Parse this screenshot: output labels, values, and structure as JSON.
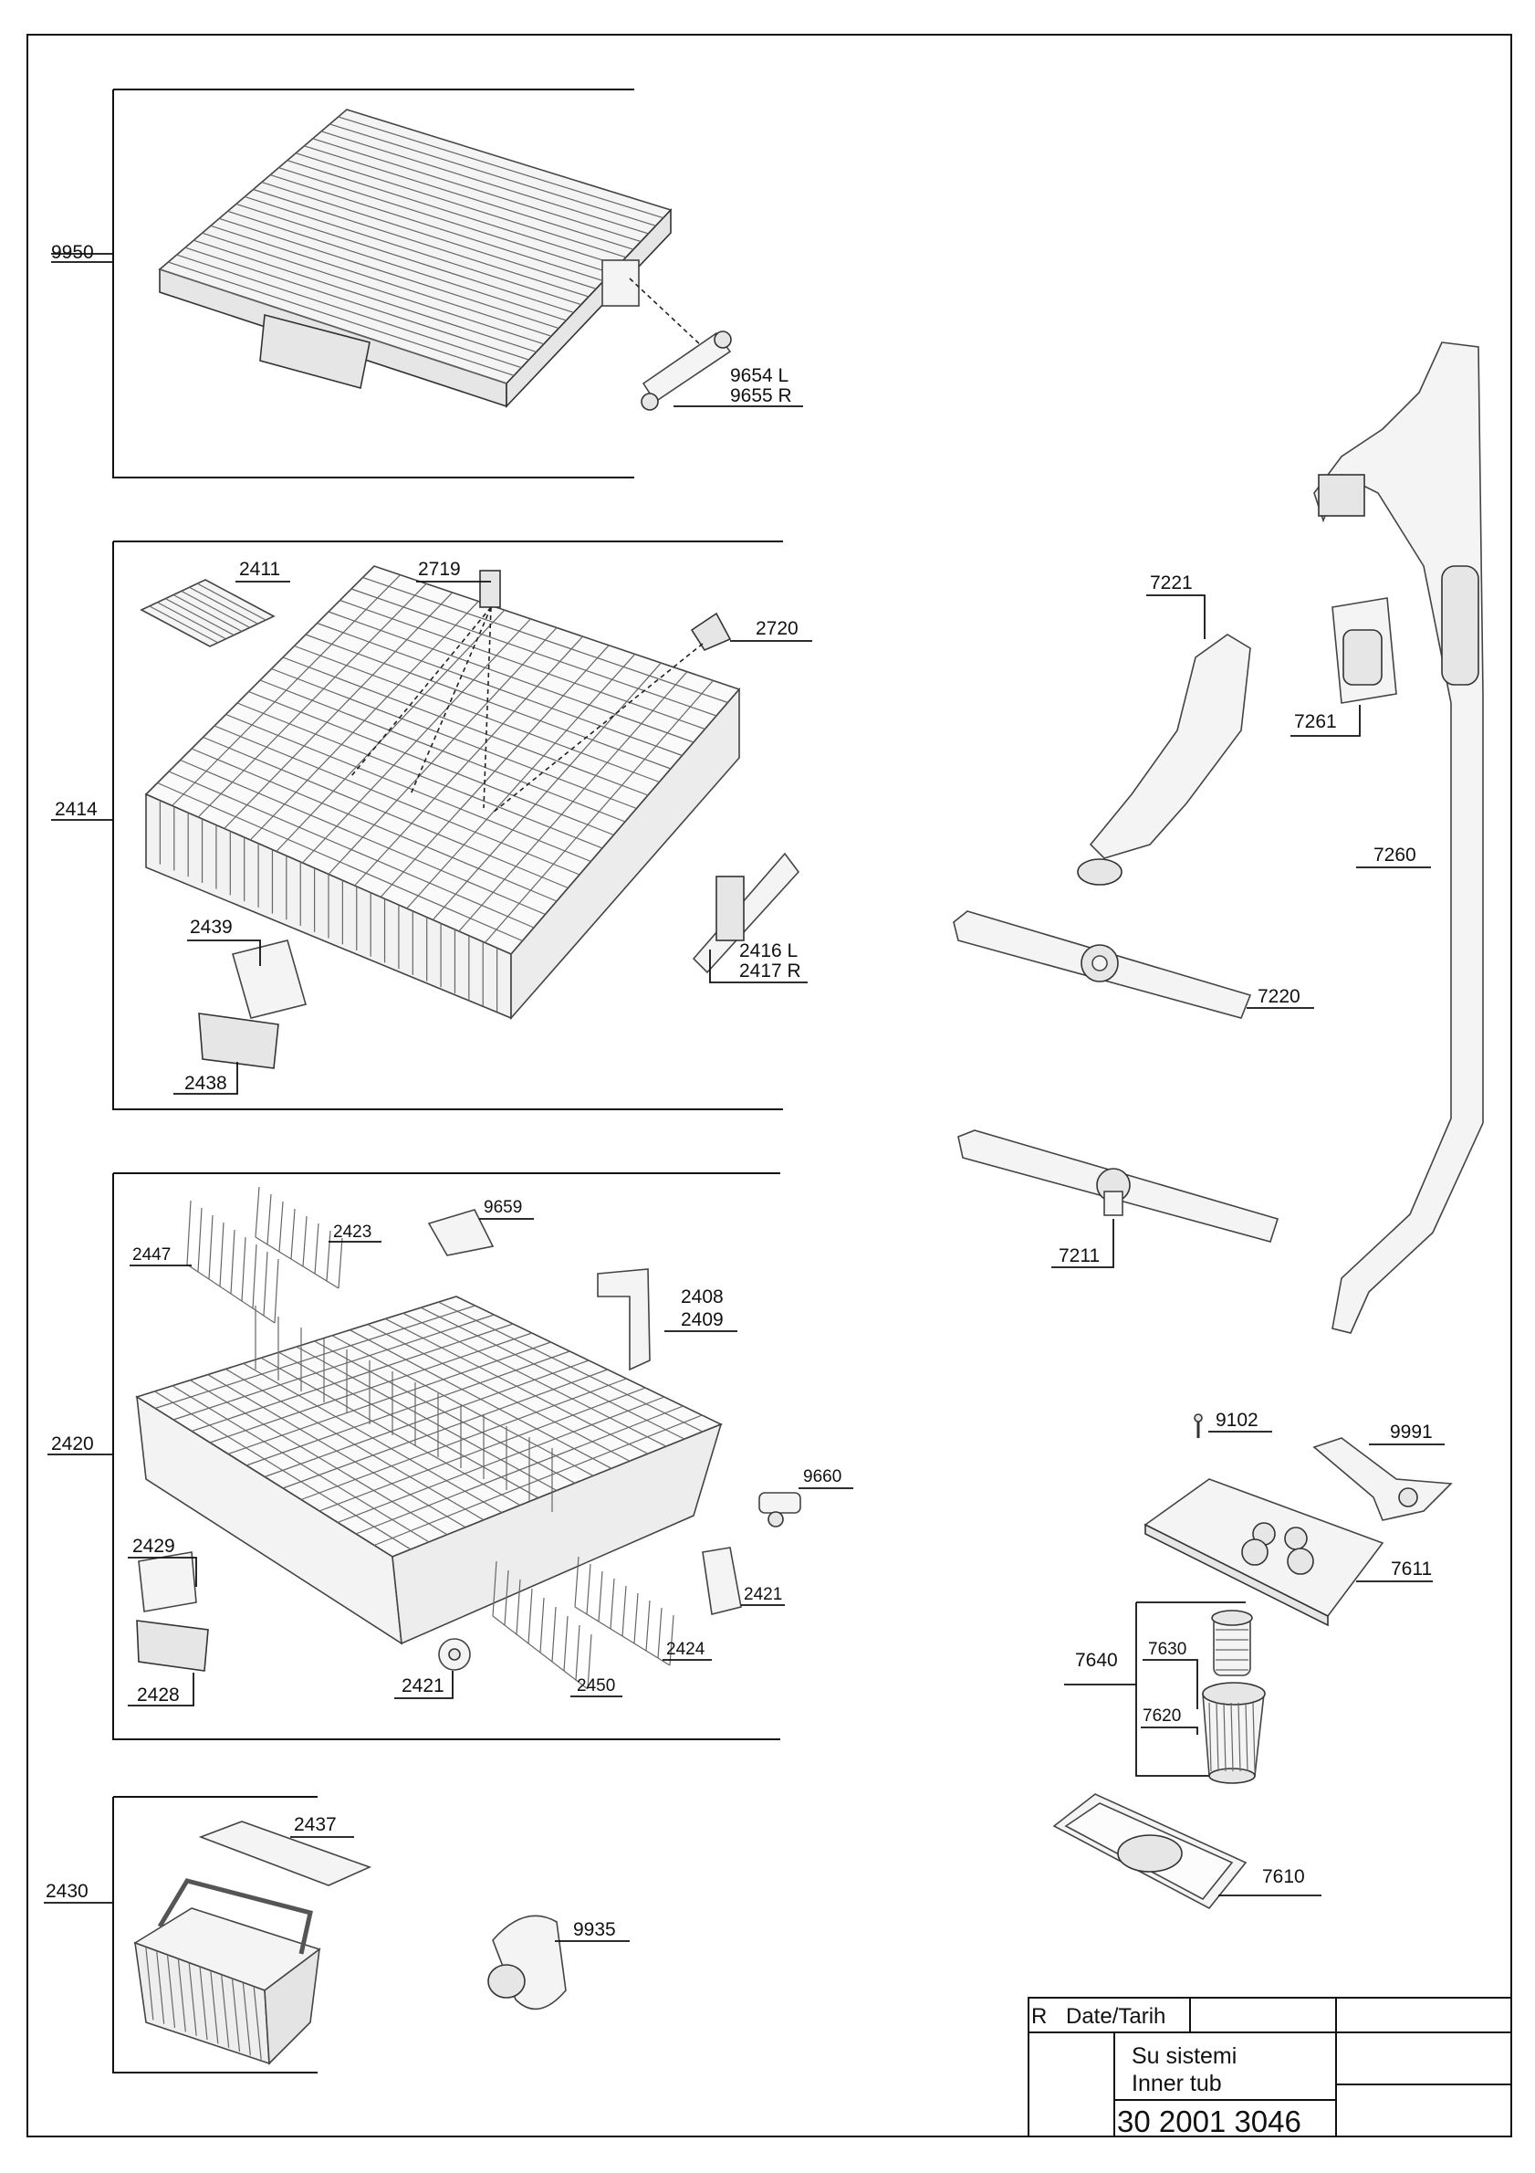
{
  "parts": {
    "p9950": "9950",
    "p9654": "9654 L",
    "p9655": "9655 R",
    "p2414": "2414",
    "p2411": "2411",
    "p2719": "2719",
    "p2720": "2720",
    "p2416": "2416 L",
    "p2417": "2417 R",
    "p2439": "2439",
    "p2438": "2438",
    "p2420": "2420",
    "p2447": "2447",
    "p2423": "2423",
    "p9659": "9659",
    "p2408": "2408",
    "p2409": "2409",
    "p9660": "9660",
    "p2429": "2429",
    "p2421a": "2421",
    "p2424": "2424",
    "p2428": "2428",
    "p2421b": "2421",
    "p2450": "2450",
    "p2430": "2430",
    "p2437": "2437",
    "p9935": "9935",
    "p7221": "7221",
    "p7261": "7261",
    "p7260": "7260",
    "p7220": "7220",
    "p7211": "7211",
    "p9102": "9102",
    "p9991": "9991",
    "p7611": "7611",
    "p7640": "7640",
    "p7630": "7630",
    "p7620": "7620",
    "p7610": "7610"
  },
  "title_block": {
    "revision": "R",
    "date_label": "Date/Tarih",
    "title_tr": "Su sistemi",
    "title_en": "Inner tub",
    "doc_number": "30 2001 3046"
  }
}
